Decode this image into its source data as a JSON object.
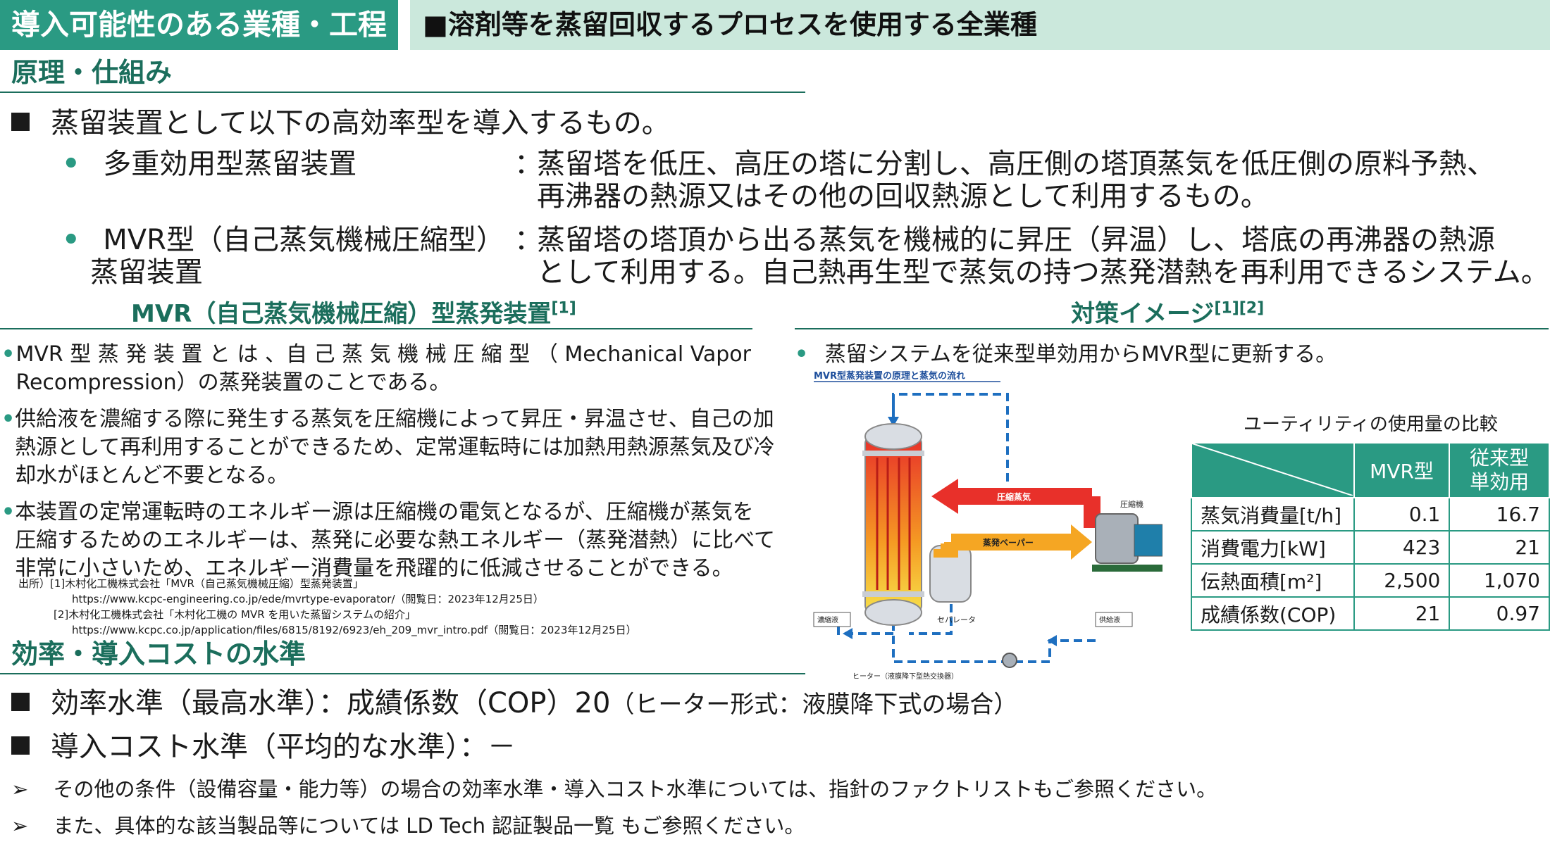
{
  "header": {
    "left_title": "導入可能性のある業種・工程",
    "right_title": "■溶剤等を蒸留回収するプロセスを使用する全業種"
  },
  "principle": {
    "title": "原理・仕組み",
    "lead": "蒸留装置として以下の高効率型を導入するもの。",
    "items": [
      {
        "name": "多重効用型蒸留装置",
        "colon": "：",
        "desc_line1": "蒸留塔を低圧、高圧の塔に分割し、高圧側の塔頂蒸気を低圧側の原料予熱、",
        "desc_line2": "再沸器の熱源又はその他の回収熱源として利用するもの。"
      },
      {
        "name_line1": "MVR型（自己蒸気機械圧縮型）",
        "name_line2": "蒸留装置",
        "colon": "：",
        "desc_line1": "蒸留塔の塔頂から出る蒸気を機械的に昇圧（昇温）し、塔底の再沸器の熱源",
        "desc_line2": "として利用する。自己熱再生型で蒸気の持つ蒸発潜熱を再利用できるシステム。"
      }
    ]
  },
  "mvr": {
    "title": "MVR（自己蒸気機械圧縮）型蒸発装置",
    "ref": "[1]",
    "bullets": [
      [
        "MVR 型 蒸 発 装 置 と は 、自 己 蒸 気 機 械 圧 縮 型 （ Mechanical Vapor",
        "Recompression）の蒸発装置のことである。"
      ],
      [
        "供給液を濃縮する際に発生する蒸気を圧縮機によって昇圧・昇温させ、自己の加",
        "熱源として再利用することができるため、定常運転時には加熱用熱源蒸気及び冷",
        "却水がほとんど不要となる。"
      ],
      [
        "本装置の定常運転時のエネルギー源は圧縮機の電気となるが、圧縮機が蒸気を",
        "圧縮するためのエネルギーは、蒸発に必要な熱エネルギー（蒸発潜熱）に比べて",
        "非常に小さいため、エネルギー消費量を飛躍的に低減させることができる。"
      ]
    ],
    "sources": [
      "出所）[1]木村化工機株式会社「MVR（自己蒸気機械圧縮）型蒸発装置」",
      "https://www.kcpc-engineering.co.jp/ede/mvrtype-evaporator/（閲覧日：2023年12月25日）",
      "[2]木村化工機株式会社「木村化工機の MVR を用いた蒸留システムの紹介」",
      "https://www.kcpc.co.jp/application/files/6815/8192/6923/eh_209_mvr_intro.pdf（閲覧日：2023年12月25日）"
    ]
  },
  "image": {
    "title": "対策イメージ",
    "ref": "[1][2]",
    "bullet": "蒸留システムを従来型単効用からMVR型に更新する。",
    "diagram": {
      "caption": "MVR型蒸発装置の原理と蒸気の流れ",
      "compressed_steam": "圧縮蒸気",
      "compressor": "圧縮機",
      "evap_vapor": "蒸発ベーパー",
      "separator": "セパレータ",
      "concentrate": "濃縮液",
      "feed": "供給液",
      "heater": "ヒーター（液膜降下型熱交換器）"
    },
    "table": {
      "caption": "ユーティリティの使用量の比較",
      "col1": "MVR型",
      "col2_line1": "従来型",
      "col2_line2": "単効用",
      "rows": [
        {
          "label": "蒸気消費量[t/h]",
          "mvr": "0.1",
          "conv": "16.7"
        },
        {
          "label": "消費電力[kW]",
          "mvr": "423",
          "conv": "21"
        },
        {
          "label": "伝熱面積[m²]",
          "mvr": "2,500",
          "conv": "1,070"
        },
        {
          "label": "成績係数(COP)",
          "mvr": "21",
          "conv": "0.97"
        }
      ]
    },
    "colors": {
      "accent": "#2a9a83",
      "light": "#cbe8dc",
      "arrow_red": "#e8302a",
      "arrow_orange": "#f5a623",
      "pipe_blue": "#1e6fc0"
    }
  },
  "efficiency": {
    "title": "効率・導入コストの水準",
    "line1_main": "効率水準（最高水準）：成績係数（COP）20",
    "line1_note": "（ヒーター形式：液膜降下式の場合）",
    "line2": "導入コスト水準（平均的な水準）：－",
    "note1": "その他の条件（設備容量・能力等）の場合の効率水準・導入コスト水準については、指針のファクトリストもご参照ください。",
    "note2": "また、具体的な該当製品等については LD Tech 認証製品一覧 もご参照ください。"
  }
}
